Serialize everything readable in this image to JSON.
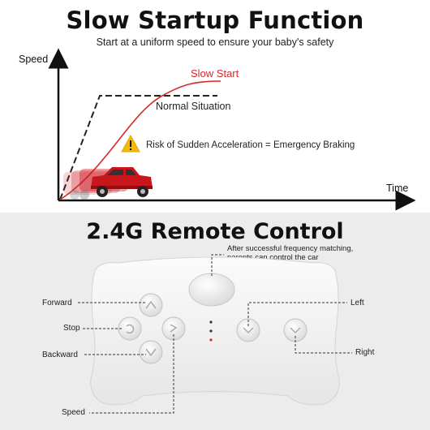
{
  "top_section": {
    "title": "Slow Startup Function",
    "subtitle": "Start at a uniform speed to ensure your baby's safety",
    "y_axis_label": "Speed",
    "x_axis_label": "Time",
    "curve_slow_label": "Slow Start",
    "curve_normal_label": "Normal Situation",
    "warning_text": "Risk of Sudden Acceleration = Emergency Braking",
    "colors": {
      "slow_curve": "#d42a2a",
      "normal_curve": "#222222",
      "warning": "#f2b90f",
      "car": "#c8161d"
    }
  },
  "bottom_section": {
    "title": "2.4G Remote Control",
    "note_line1": "After successful frequency matching,",
    "note_line2": "parents can control the car",
    "labels": {
      "forward": "Forward",
      "stop": "Stop",
      "backward": "Backward",
      "speed": "Speed",
      "left": "Left",
      "right": "Right"
    },
    "background": "#ececec"
  }
}
